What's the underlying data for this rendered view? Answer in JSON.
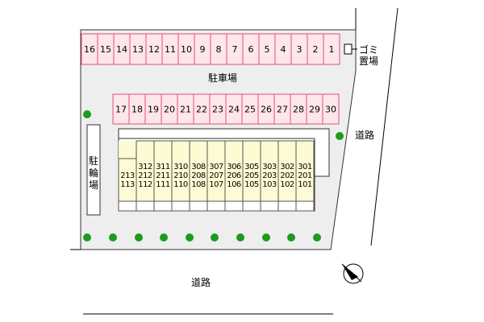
{
  "labels": {
    "parking": "駐車場",
    "bicycle_parking": "駐輪場",
    "garbage": "ゴミ置場",
    "road_bottom": "道路",
    "road_right": "道路"
  },
  "parking_top": [
    "16",
    "15",
    "14",
    "13",
    "12",
    "11",
    "10",
    "9",
    "8",
    "7",
    "6",
    "5",
    "4",
    "3",
    "2",
    "1"
  ],
  "parking_middle": [
    "17",
    "18",
    "19",
    "20",
    "21",
    "22",
    "23",
    "24",
    "25",
    "26",
    "27",
    "28",
    "29",
    "30"
  ],
  "building": {
    "floor3": [
      "",
      "312",
      "311",
      "310",
      "308",
      "307",
      "306",
      "305",
      "303",
      "302",
      "301"
    ],
    "floor2": [
      "213",
      "212",
      "211",
      "210",
      "208",
      "207",
      "206",
      "205",
      "203",
      "202",
      "201"
    ],
    "floor1": [
      "113",
      "112",
      "111",
      "110",
      "108",
      "107",
      "106",
      "105",
      "103",
      "102",
      "101"
    ]
  },
  "trees_count": 12,
  "colors": {
    "slot_fill": "#fde6ec",
    "slot_stroke": "#e2506e",
    "lot_fill": "#eeeeee",
    "building_fill": "#fdfbd3",
    "tree": "#1e9a1e"
  },
  "compass_icon": "north-arrow-icon"
}
